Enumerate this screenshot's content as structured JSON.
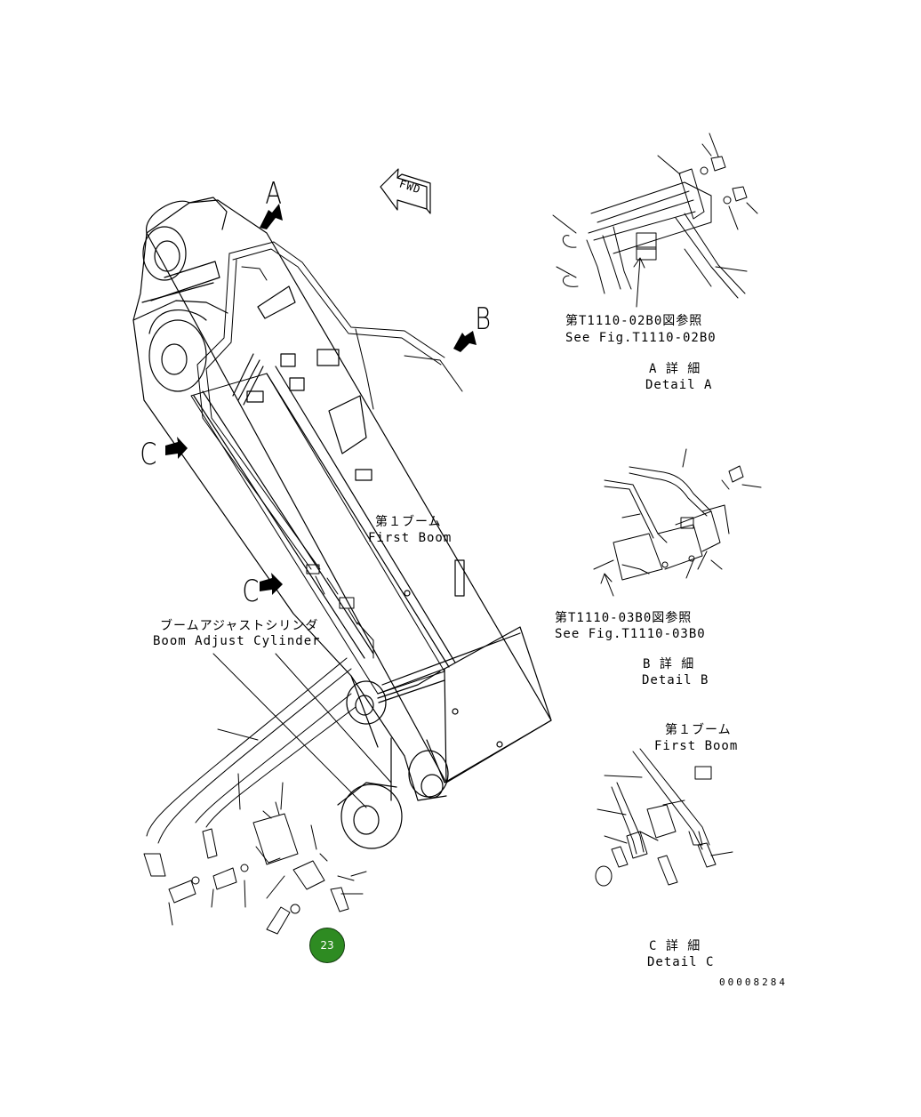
{
  "labels": {
    "fwd": "FWD",
    "view_a": "A",
    "view_b": "B",
    "view_c1": "C",
    "view_c2": "C",
    "first_boom_jp": "第１ブーム",
    "first_boom_en": "First Boom",
    "boom_adjust_jp": "ブームアジャストシリンダ",
    "boom_adjust_en": "Boom Adjust Cylinder",
    "ref_a_jp": "第T1110-02B0図参照",
    "ref_a_en": "See Fig.T1110-02B0",
    "detail_a_jp": "A 詳 細",
    "detail_a_en": "Detail A",
    "ref_b_jp": "第T1110-03B0図参照",
    "ref_b_en": "See Fig.T1110-03B0",
    "detail_b_jp": "B 詳 細",
    "detail_b_en": "Detail B",
    "detail_c_boom_jp": "第１ブーム",
    "detail_c_boom_en": "First Boom",
    "detail_c_jp": "C 詳 細",
    "detail_c_en": "Detail C",
    "drawing_number": "00008284"
  },
  "marker": {
    "label": "23",
    "color": "#2e8b22"
  }
}
